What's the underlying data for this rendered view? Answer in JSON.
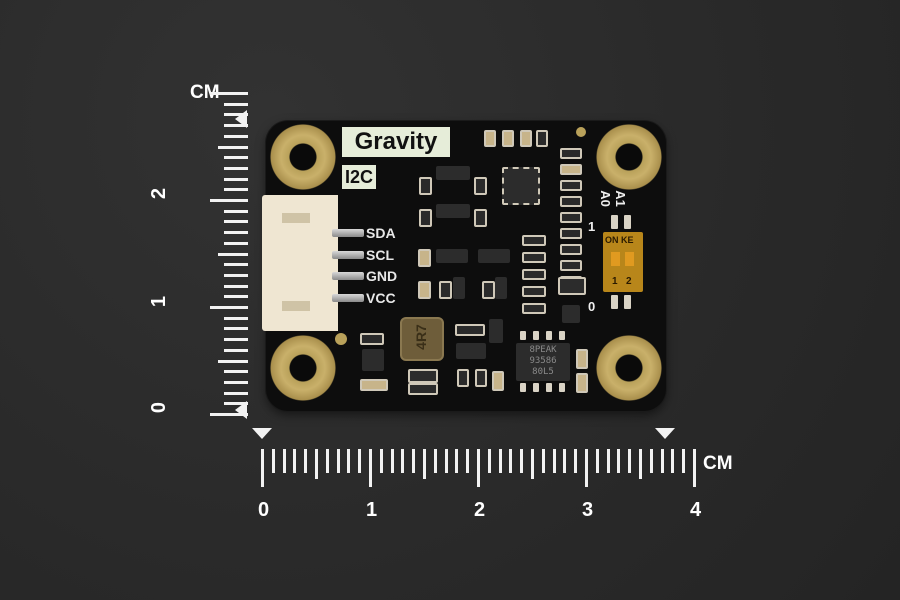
{
  "scene": {
    "description": "Product photo of a DFRobot Gravity I2C sensor module PCB on a dark textured background with centimeter rulers",
    "background_color": "#2b2b2b"
  },
  "vertical_ruler": {
    "unit": "CM",
    "tick_labels": [
      "2",
      "1",
      "0"
    ],
    "marker": "triangle-left"
  },
  "horizontal_ruler": {
    "unit": "CM",
    "tick_labels": [
      "0",
      "1",
      "2",
      "3",
      "4"
    ],
    "marker": "triangle-down"
  },
  "board": {
    "brand_label": "Gravity",
    "interface_label": "I2C",
    "connector_pins": [
      "SDA",
      "SCL",
      "GND",
      "VCC"
    ],
    "dip_switch": {
      "header": "ON KE",
      "channel_labels": [
        "1",
        "2"
      ],
      "address_labels": [
        "A1",
        "A0"
      ],
      "state_labels": [
        "1",
        "0"
      ]
    },
    "inductor_marking": "4R7",
    "main_ic_marking": [
      "8PEAK",
      "93586",
      "80L5"
    ],
    "colors": {
      "pcb": "#0d0d0d",
      "mounting_ring": "#c1a862",
      "silkscreen": "#e6edd9",
      "connector": "#efe6d2",
      "dip_switch": "#b8861a"
    }
  }
}
